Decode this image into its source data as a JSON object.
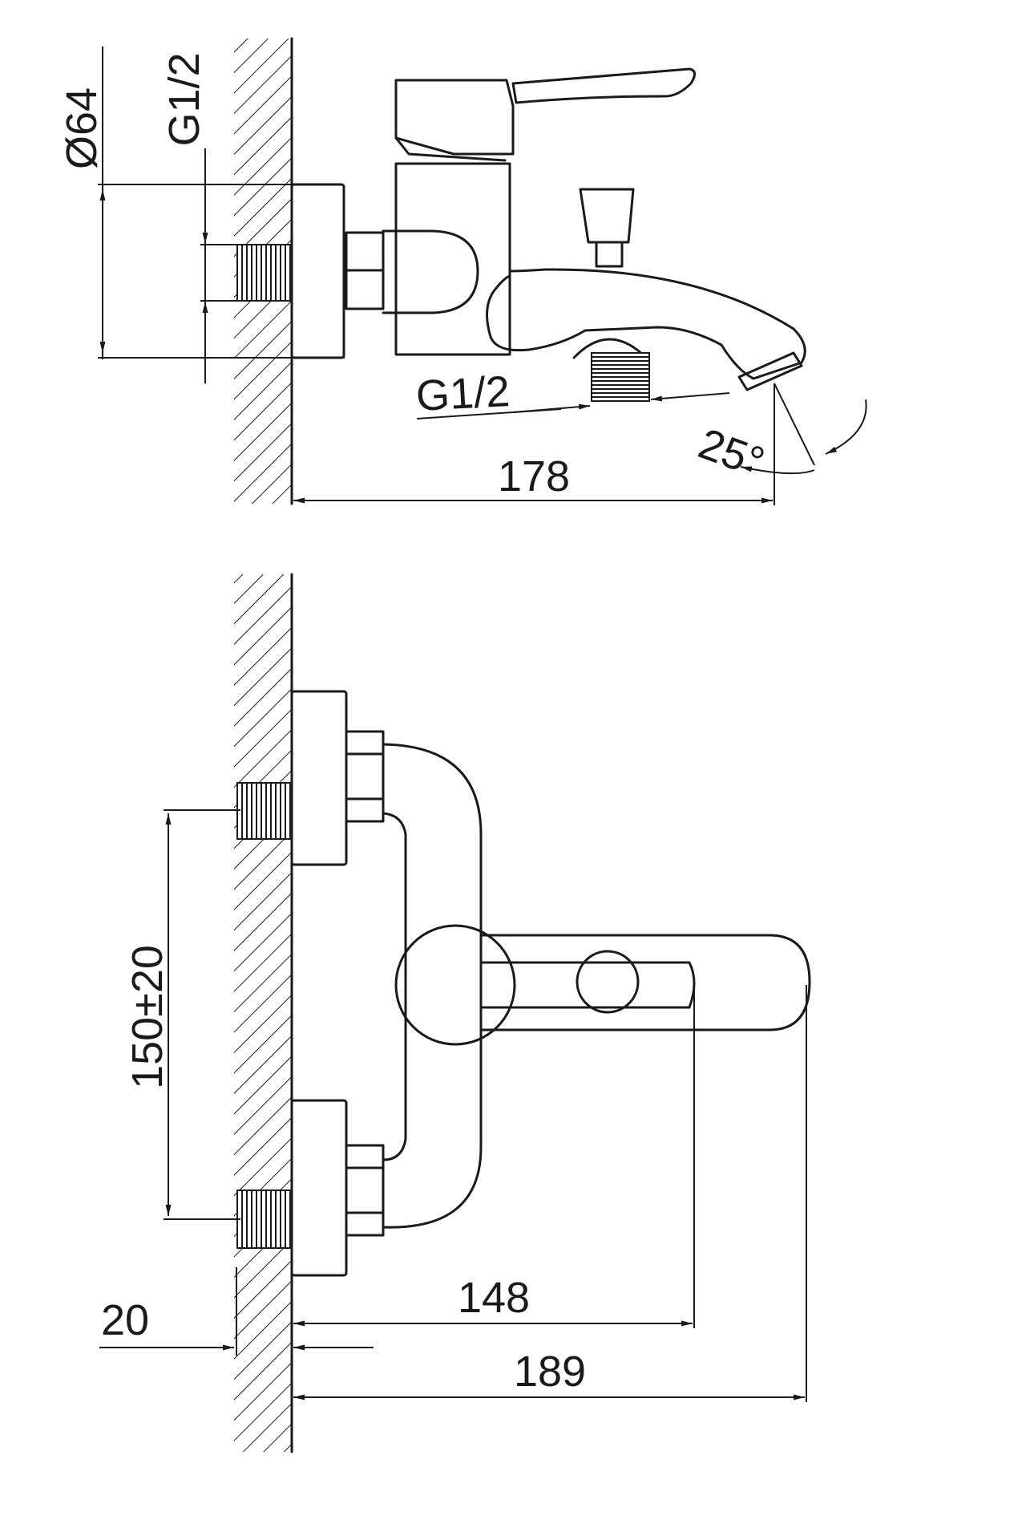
{
  "drawing_title": "",
  "colors": {
    "ink": "#1a1a1a",
    "paper": "#ffffff"
  },
  "side_view": {
    "diameter_label": "Ø64",
    "inlet_thread_label": "G1/2",
    "outlet_thread_label": "G1/2",
    "angle_label": "25°",
    "depth_label": "178"
  },
  "top_view": {
    "center_distance_label": "150±20",
    "wall_offset_label": "20",
    "lever_depth_label": "148",
    "spout_depth_label": "189"
  }
}
